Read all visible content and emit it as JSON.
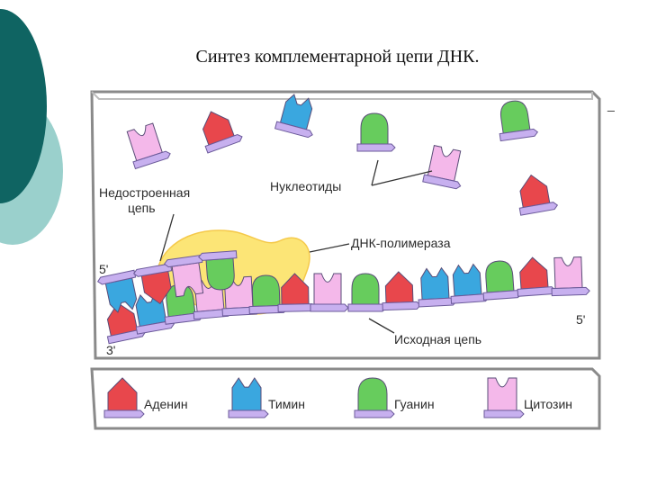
{
  "slide": {
    "title": "Синтез комплементарной цепи ДНК.",
    "dash": "_"
  },
  "diagram": {
    "labels": {
      "incomplete_chain": [
        "Недостроенная",
        "цепь"
      ],
      "nucleotides": "Нуклеотиды",
      "dna_polymerase": "ДНК-полимераза",
      "template_chain": "Исходная цепь",
      "end_5_left": "5'",
      "end_3_left": "3'",
      "end_5_right": "5'"
    },
    "legend": [
      {
        "name": "Аденин",
        "base": "adenine",
        "color": "#e8474c"
      },
      {
        "name": "Тимин",
        "base": "thymine",
        "color": "#3aa7df"
      },
      {
        "name": "Гуанин",
        "base": "guanine",
        "color": "#67cc5d"
      },
      {
        "name": "Цитозин",
        "base": "cytosine",
        "color": "#f4b8ea"
      }
    ],
    "colors": {
      "backbone": "#c7b0ef",
      "polymerase": "#fce15e",
      "panel_border": "#7b7b7b",
      "slide_teal": "#0f6462",
      "slide_light": "#9ad0cc"
    }
  }
}
